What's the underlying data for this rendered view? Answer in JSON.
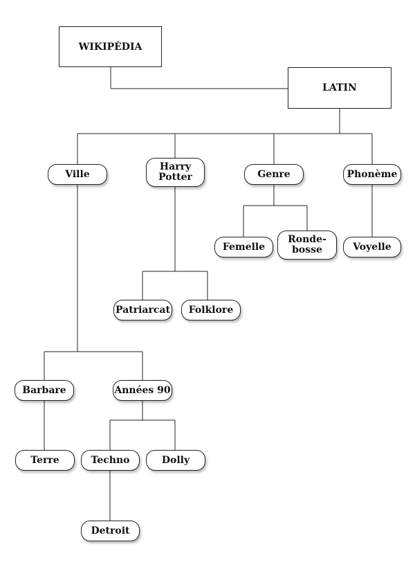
{
  "diagram": {
    "nodes": [
      {
        "id": "wikipedia",
        "label": "WIKIPÉDIA",
        "shape": "rect"
      },
      {
        "id": "latin",
        "label": "LATIN",
        "shape": "rect"
      },
      {
        "id": "ville",
        "label": "Ville",
        "shape": "pill"
      },
      {
        "id": "harry-potter",
        "label": "Harry\nPotter",
        "shape": "pill"
      },
      {
        "id": "genre",
        "label": "Genre",
        "shape": "pill"
      },
      {
        "id": "phoneme",
        "label": "Phonème",
        "shape": "pill"
      },
      {
        "id": "femelle",
        "label": "Femelle",
        "shape": "pill"
      },
      {
        "id": "ronde-bosse",
        "label": "Ronde-\nbosse",
        "shape": "pill"
      },
      {
        "id": "voyelle",
        "label": "Voyelle",
        "shape": "pill"
      },
      {
        "id": "patriarcat",
        "label": "Patriarcat",
        "shape": "pill"
      },
      {
        "id": "folklore",
        "label": "Folklore",
        "shape": "pill"
      },
      {
        "id": "barbare",
        "label": "Barbare",
        "shape": "pill"
      },
      {
        "id": "annees-90",
        "label": "Années 90",
        "shape": "pill"
      },
      {
        "id": "terre",
        "label": "Terre",
        "shape": "pill"
      },
      {
        "id": "techno",
        "label": "Techno",
        "shape": "pill"
      },
      {
        "id": "dolly",
        "label": "Dolly",
        "shape": "pill"
      },
      {
        "id": "detroit",
        "label": "Detroit",
        "shape": "pill"
      }
    ],
    "edges": [
      {
        "from": "wikipedia",
        "to": "latin"
      },
      {
        "from": "latin",
        "to": "ville"
      },
      {
        "from": "latin",
        "to": "harry-potter"
      },
      {
        "from": "latin",
        "to": "genre"
      },
      {
        "from": "latin",
        "to": "phoneme"
      },
      {
        "from": "genre",
        "to": "femelle"
      },
      {
        "from": "genre",
        "to": "ronde-bosse"
      },
      {
        "from": "phoneme",
        "to": "voyelle"
      },
      {
        "from": "harry-potter",
        "to": "patriarcat"
      },
      {
        "from": "harry-potter",
        "to": "folklore"
      },
      {
        "from": "ville",
        "to": "barbare"
      },
      {
        "from": "ville",
        "to": "annees-90"
      },
      {
        "from": "barbare",
        "to": "terre"
      },
      {
        "from": "annees-90",
        "to": "techno"
      },
      {
        "from": "annees-90",
        "to": "dolly"
      },
      {
        "from": "techno",
        "to": "detroit"
      }
    ],
    "colors": {
      "line": "#222222",
      "node_fill": "#ffffff",
      "text": "#111111"
    }
  }
}
